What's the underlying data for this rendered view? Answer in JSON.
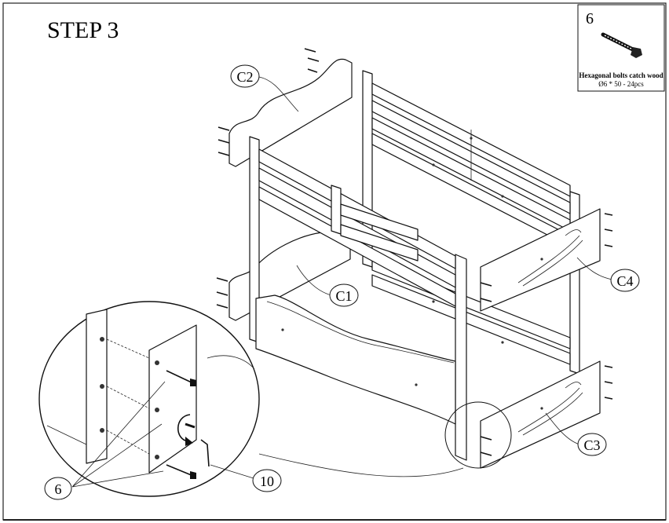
{
  "title": "STEP 3",
  "hardware": {
    "number": "6",
    "name": "Hexagonal bolts catch wood",
    "spec": "Ø6 * 50 - 24pcs"
  },
  "labels": {
    "c1": "C1",
    "c2": "C2",
    "c3": "C3",
    "c4": "C4",
    "part_6": "6",
    "part_10": "10"
  }
}
